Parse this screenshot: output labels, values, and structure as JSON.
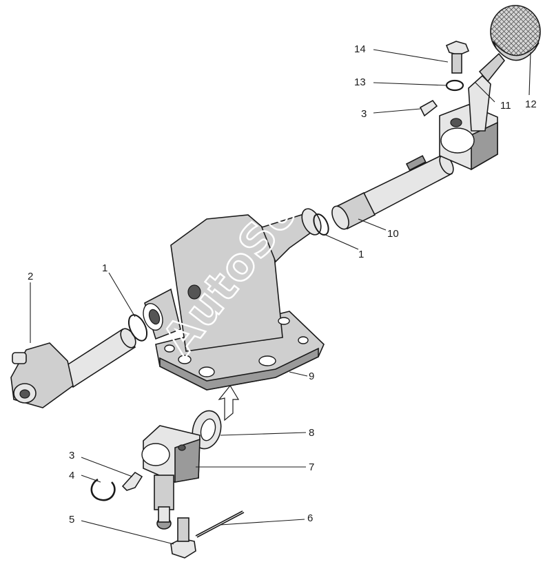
{
  "diagram": {
    "watermark": "AutoSoft",
    "callouts": [
      {
        "id": "c-14",
        "text": "14"
      },
      {
        "id": "c-13",
        "text": "13"
      },
      {
        "id": "c-3-top",
        "text": "3"
      },
      {
        "id": "c-11",
        "text": "11"
      },
      {
        "id": "c-12",
        "text": "12"
      },
      {
        "id": "c-10",
        "text": "10"
      },
      {
        "id": "c-1-right",
        "text": "1"
      },
      {
        "id": "c-1-left",
        "text": "1"
      },
      {
        "id": "c-2",
        "text": "2"
      },
      {
        "id": "c-9",
        "text": "9"
      },
      {
        "id": "c-8",
        "text": "8"
      },
      {
        "id": "c-3-bottom",
        "text": "3"
      },
      {
        "id": "c-7",
        "text": "7"
      },
      {
        "id": "c-4",
        "text": "4"
      },
      {
        "id": "c-6",
        "text": "6"
      },
      {
        "id": "c-5",
        "text": "5"
      }
    ]
  }
}
